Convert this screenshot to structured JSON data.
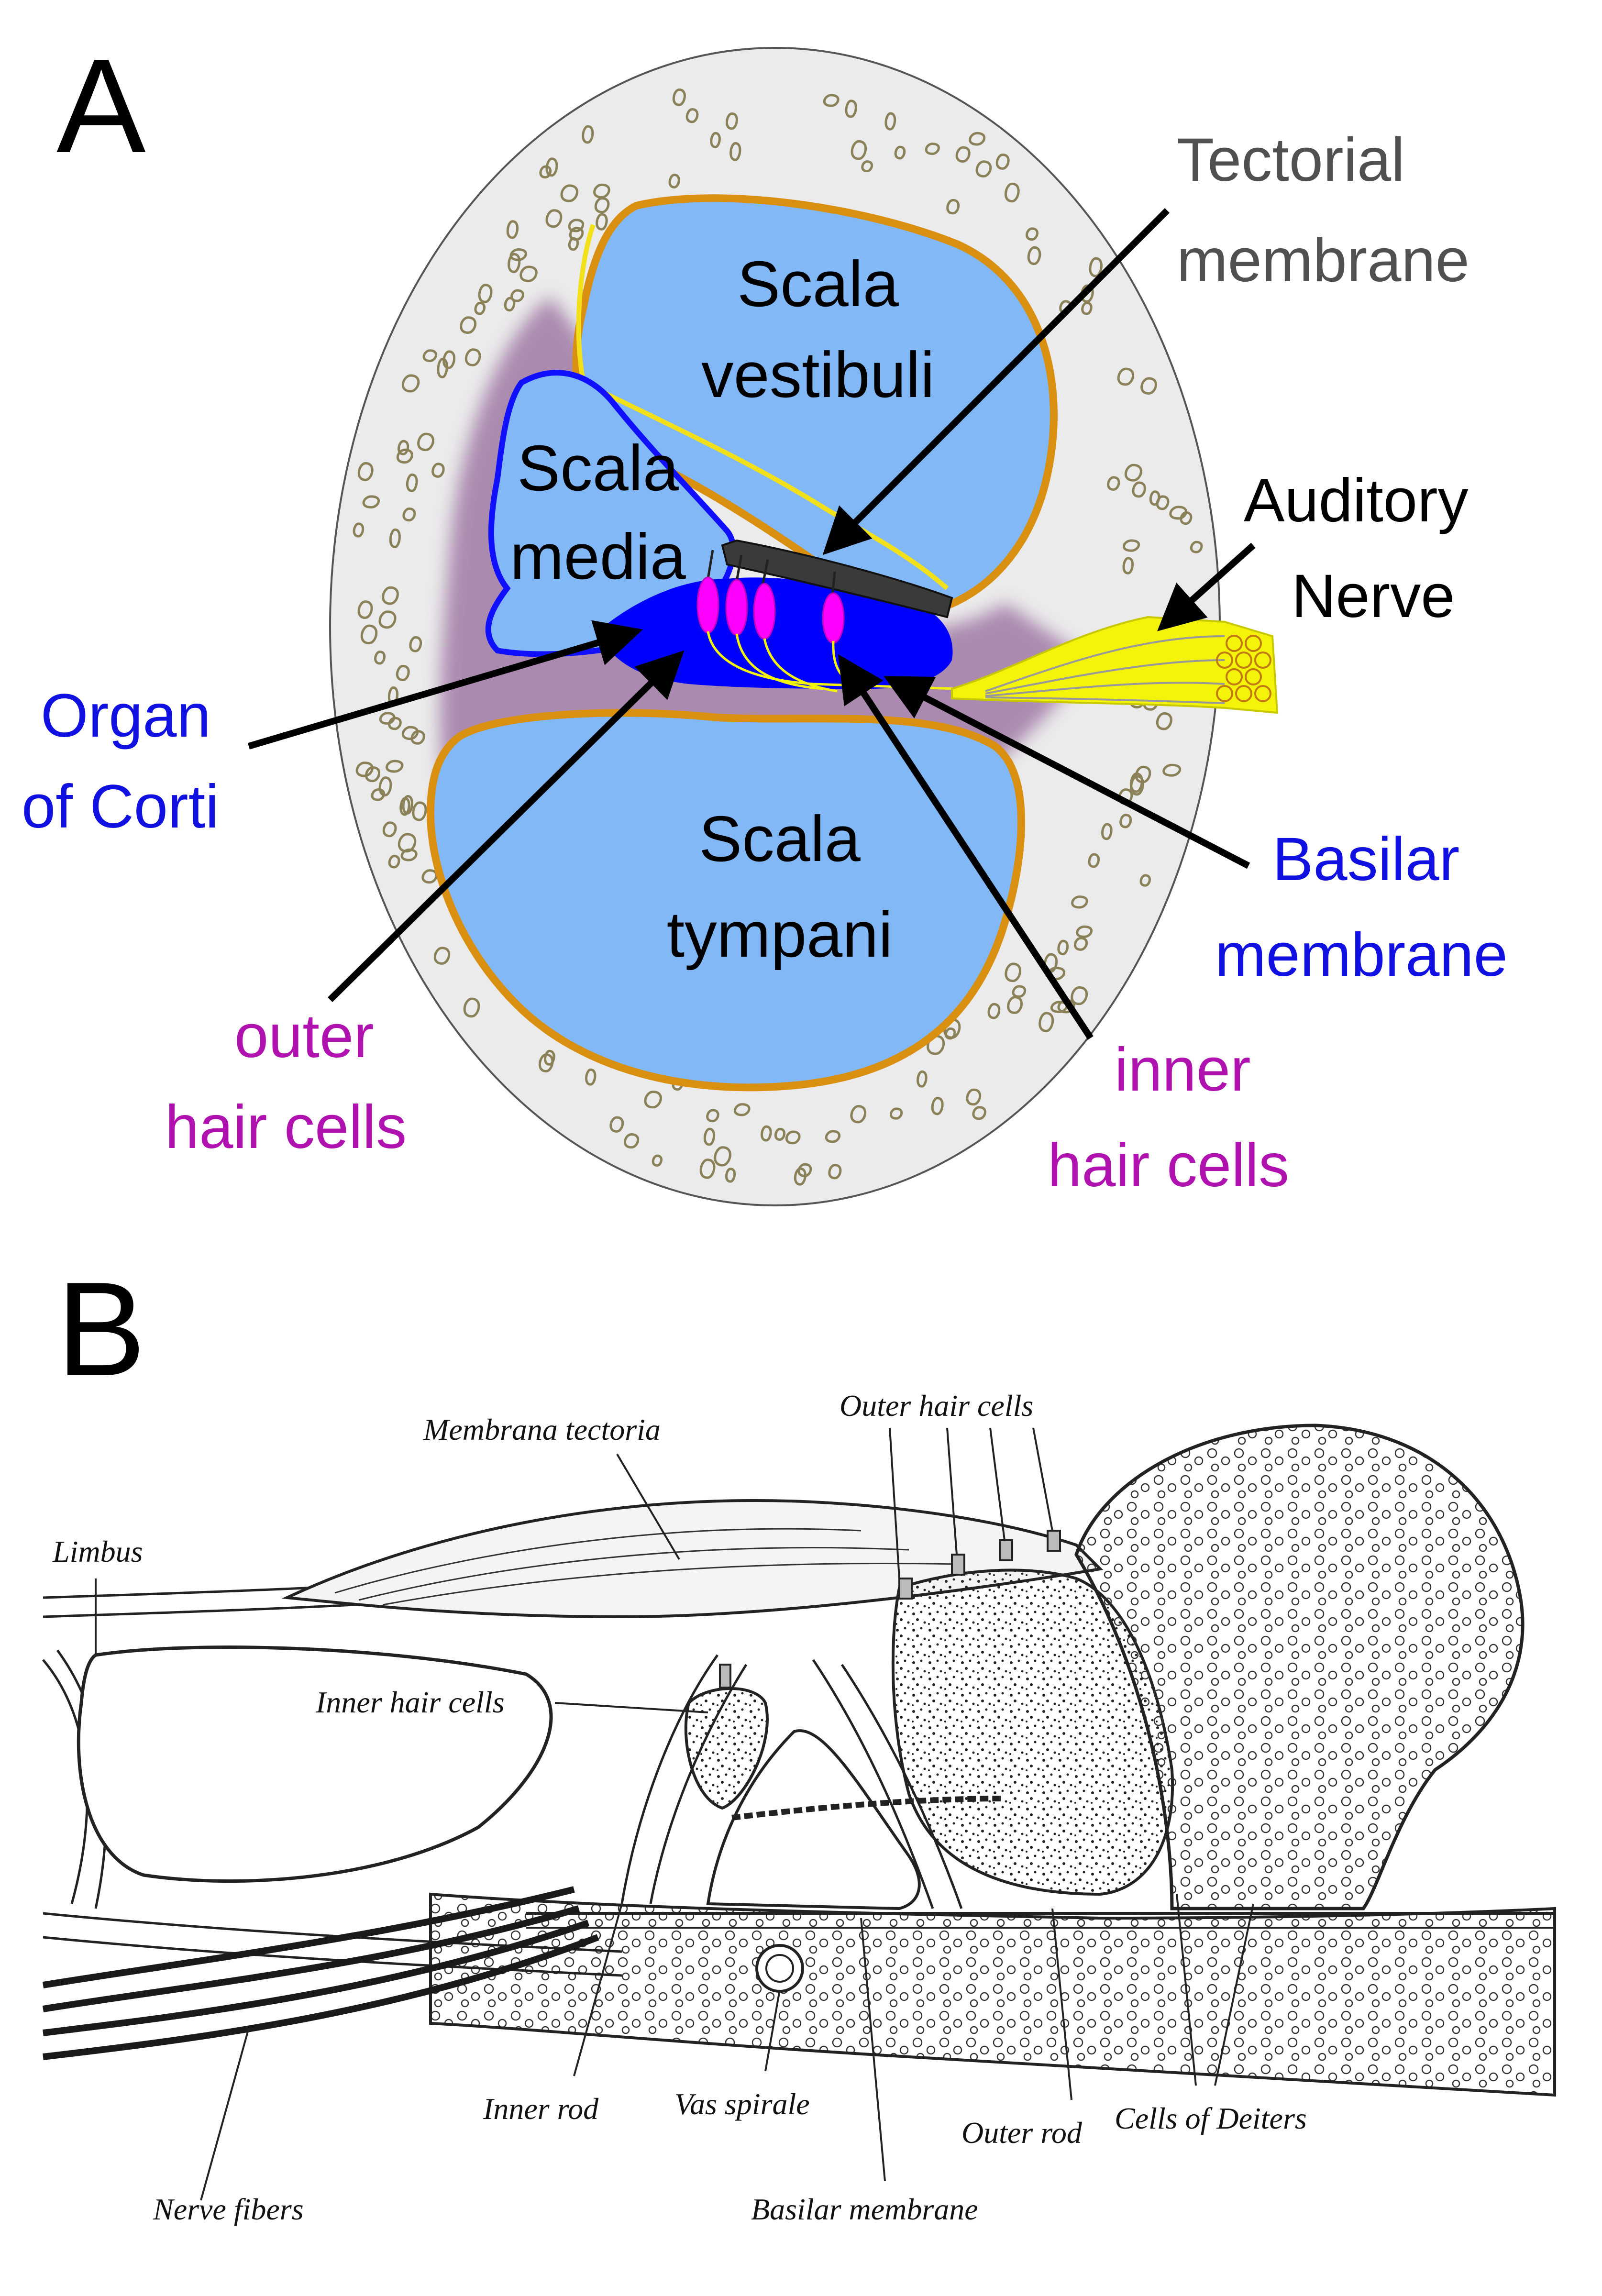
{
  "panel_a": {
    "letter": "A",
    "scala_vestibuli": [
      "Scala",
      "vestibuli"
    ],
    "scala_media": [
      "Scala",
      "media"
    ],
    "scala_tympani": [
      "Scala",
      "tympani"
    ],
    "tectorial_membrane": [
      "Tectorial",
      "membrane"
    ],
    "auditory_nerve": [
      "Auditory",
      "Nerve"
    ],
    "organ_of_corti": [
      "Organ",
      "of Corti"
    ],
    "basilar_membrane": [
      "Basilar",
      "membrane"
    ],
    "outer_hair_cells": [
      "outer",
      "hair cells"
    ],
    "inner_hair_cells": [
      "inner",
      "hair cells"
    ]
  },
  "panel_b": {
    "letter": "B",
    "outer_hair_cells": "Outer hair cells",
    "membrana_tectoria": "Membrana tectoria",
    "limbus": "Limbus",
    "inner_hair_cells": "Inner hair cells",
    "inner_rod": "Inner rod",
    "vas_spirale": "Vas spirale",
    "outer_rod": "Outer rod",
    "cells_of_deiters": "Cells of Deiters",
    "basilar_membrane": "Basilar membrane",
    "nerve_fibers": "Nerve fibers"
  },
  "colors": {
    "scala_fill": "#82b8f6",
    "organ_blue": "#0000ff",
    "hair_cell_magenta": "#ff00ff",
    "nerve_yellow": "#f4f40a",
    "bone_gray": "#ebebeb",
    "tissue_mauve": "#a07aa6",
    "orange_outline": "#d98f10",
    "label_blue": "#1010e0",
    "label_magenta": "#b012b0",
    "label_gray": "#505050"
  }
}
